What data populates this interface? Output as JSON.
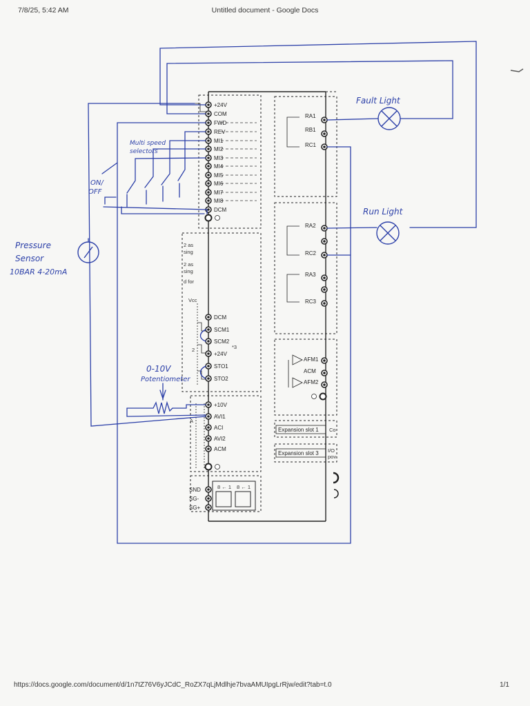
{
  "browser_print": {
    "timestamp": "7/8/25, 5:42 AM",
    "doc_title": "Untitled document - Google Docs",
    "url": "https://docs.google.com/document/d/1n7tZ76V6yJCdC_RoZX7qLjMdlhje7bvaAMUIpgLrRjw/edit?tab=t.0",
    "page_count": "1/1"
  },
  "colors": {
    "ink": "#2b3fa8",
    "print": "#222222",
    "paper": "#f7f7f5"
  },
  "control_terminals": [
    "+24V",
    "COM",
    "FWD",
    "REV",
    "MI1",
    "MI2",
    "MI3",
    "MI4",
    "MI5",
    "MI6",
    "MI7",
    "MI8",
    "DCM"
  ],
  "safety_terminals": [
    "DCM",
    "SCM1",
    "SCM2",
    "+24V",
    "STO1",
    "STO2"
  ],
  "analog_terminals": [
    "+10V",
    "AVI1",
    "ACI",
    "AVI2",
    "ACM"
  ],
  "comm_terminals": [
    "SND",
    "SG-",
    "SG+"
  ],
  "rj45_labels": [
    "8 ← 1",
    "8 ← 1"
  ],
  "relay_terminals": [
    "RA1",
    "RB1",
    "RC1",
    "RA2",
    "RC2",
    "RA3",
    "RC3"
  ],
  "analog_out_terminals": [
    "AFM1",
    "ACM",
    "AFM2"
  ],
  "expansion_slots": [
    "Expansion slot 1",
    "Expansion slot 3"
  ],
  "cut_text": {
    "slot1_tail": "Co",
    "slot3_tail1": "I/O",
    "slot3_tail2": "pov",
    "frag_1": "2 as",
    "frag_2": "sing",
    "frag_3": "2 as",
    "frag_4": "sing",
    "frag_5": "d for",
    "frag_6": "Vcc",
    "frag_7": "2",
    "frag_8": "*3",
    "frag_9": "A"
  },
  "handwritten": {
    "fault_light": "Fault Light",
    "run_light": "Run Light",
    "multi_speed_1": "Multi speed",
    "multi_speed_2": "selectors",
    "on_off_1": "ON/",
    "on_off_2": "OFF",
    "pressure_1": "Pressure",
    "pressure_2": "Sensor",
    "pressure_3": "10BAR 4-20mA",
    "pot_1": "0-10V",
    "pot_2": "Potentiometer"
  }
}
